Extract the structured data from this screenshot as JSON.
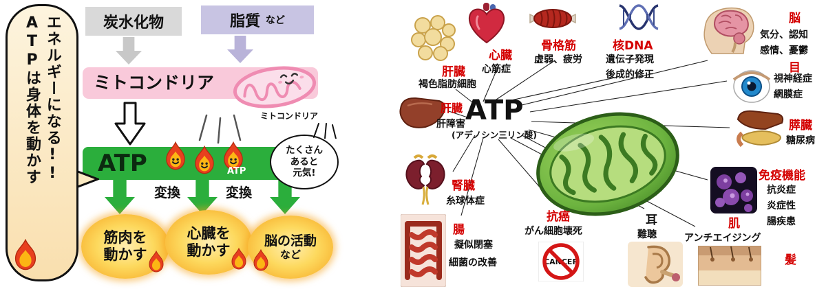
{
  "colors": {
    "organ_red": "#d40000",
    "bar_green": "#2bae3c",
    "bar_pink": "#f9c9da",
    "box_gray": "#d9d9d9",
    "box_purple": "#c8c4e3",
    "blob_orange": "#f6a41f"
  },
  "left": {
    "bubble": {
      "line1": "ATPは身体を動かす",
      "line2": "エネルギーになる!!"
    },
    "sources": [
      {
        "label": "炭水化物",
        "suffix": ""
      },
      {
        "label": "脂質",
        "suffix": "など"
      }
    ],
    "mito_bar_label": "ミトコンドリア",
    "mito_caption": "ミトコンドリア",
    "atp_bar_label": "ATP",
    "atp_small_label": "ATP",
    "speech_lines": [
      "たくさん",
      "あると",
      "元気!"
    ],
    "convert_label": "変換",
    "outputs": [
      {
        "line1": "筋肉を",
        "line2": "動かす"
      },
      {
        "line1": "心臓を",
        "line2": "動かす"
      },
      {
        "line1": "脳の活動",
        "line2": "など"
      }
    ]
  },
  "right": {
    "center": {
      "title": "ATP",
      "subtitle": "(アデノシン三リン酸)"
    },
    "cancer_sign": "CANCER",
    "items": [
      {
        "id": "fat",
        "label": "肝臓",
        "subs": [
          "褐色脂肪細胞"
        ]
      },
      {
        "id": "heart",
        "label": "心臓",
        "subs": [
          "心筋症"
        ]
      },
      {
        "id": "muscle",
        "label": "骨格筋",
        "subs": [
          "虚弱、疲労"
        ]
      },
      {
        "id": "dna",
        "label": "核DNA",
        "subs": [
          "遺伝子発現",
          "後成的修正"
        ]
      },
      {
        "id": "brain",
        "label": "脳",
        "subs": [
          "気分、認知",
          "感情、憂鬱"
        ]
      },
      {
        "id": "eye",
        "label": "目",
        "subs": [
          "視神経症",
          "網膜症"
        ]
      },
      {
        "id": "pancreas",
        "label": "膵臓",
        "subs": [
          "糖尿病"
        ]
      },
      {
        "id": "immune",
        "label": "免疫機能",
        "subs": [
          "抗炎症",
          "炎症性",
          "腸疾患"
        ]
      },
      {
        "id": "skin",
        "label": "肌",
        "subs": [
          "アンチエイジング"
        ]
      },
      {
        "id": "hair",
        "label": "髪",
        "subs": []
      },
      {
        "id": "ear",
        "label": "耳",
        "subs": [
          "難聴"
        ]
      },
      {
        "id": "cancer",
        "label": "抗癌",
        "subs": [
          "がん細胞壊死"
        ]
      },
      {
        "id": "intestine",
        "label": "腸",
        "subs": [
          "擬似閉塞",
          "細菌の改善"
        ]
      },
      {
        "id": "kidney",
        "label": "腎臓",
        "subs": [
          "糸球体症"
        ]
      },
      {
        "id": "liver",
        "label": "肝臓",
        "subs": [
          "肝障害"
        ]
      }
    ]
  }
}
